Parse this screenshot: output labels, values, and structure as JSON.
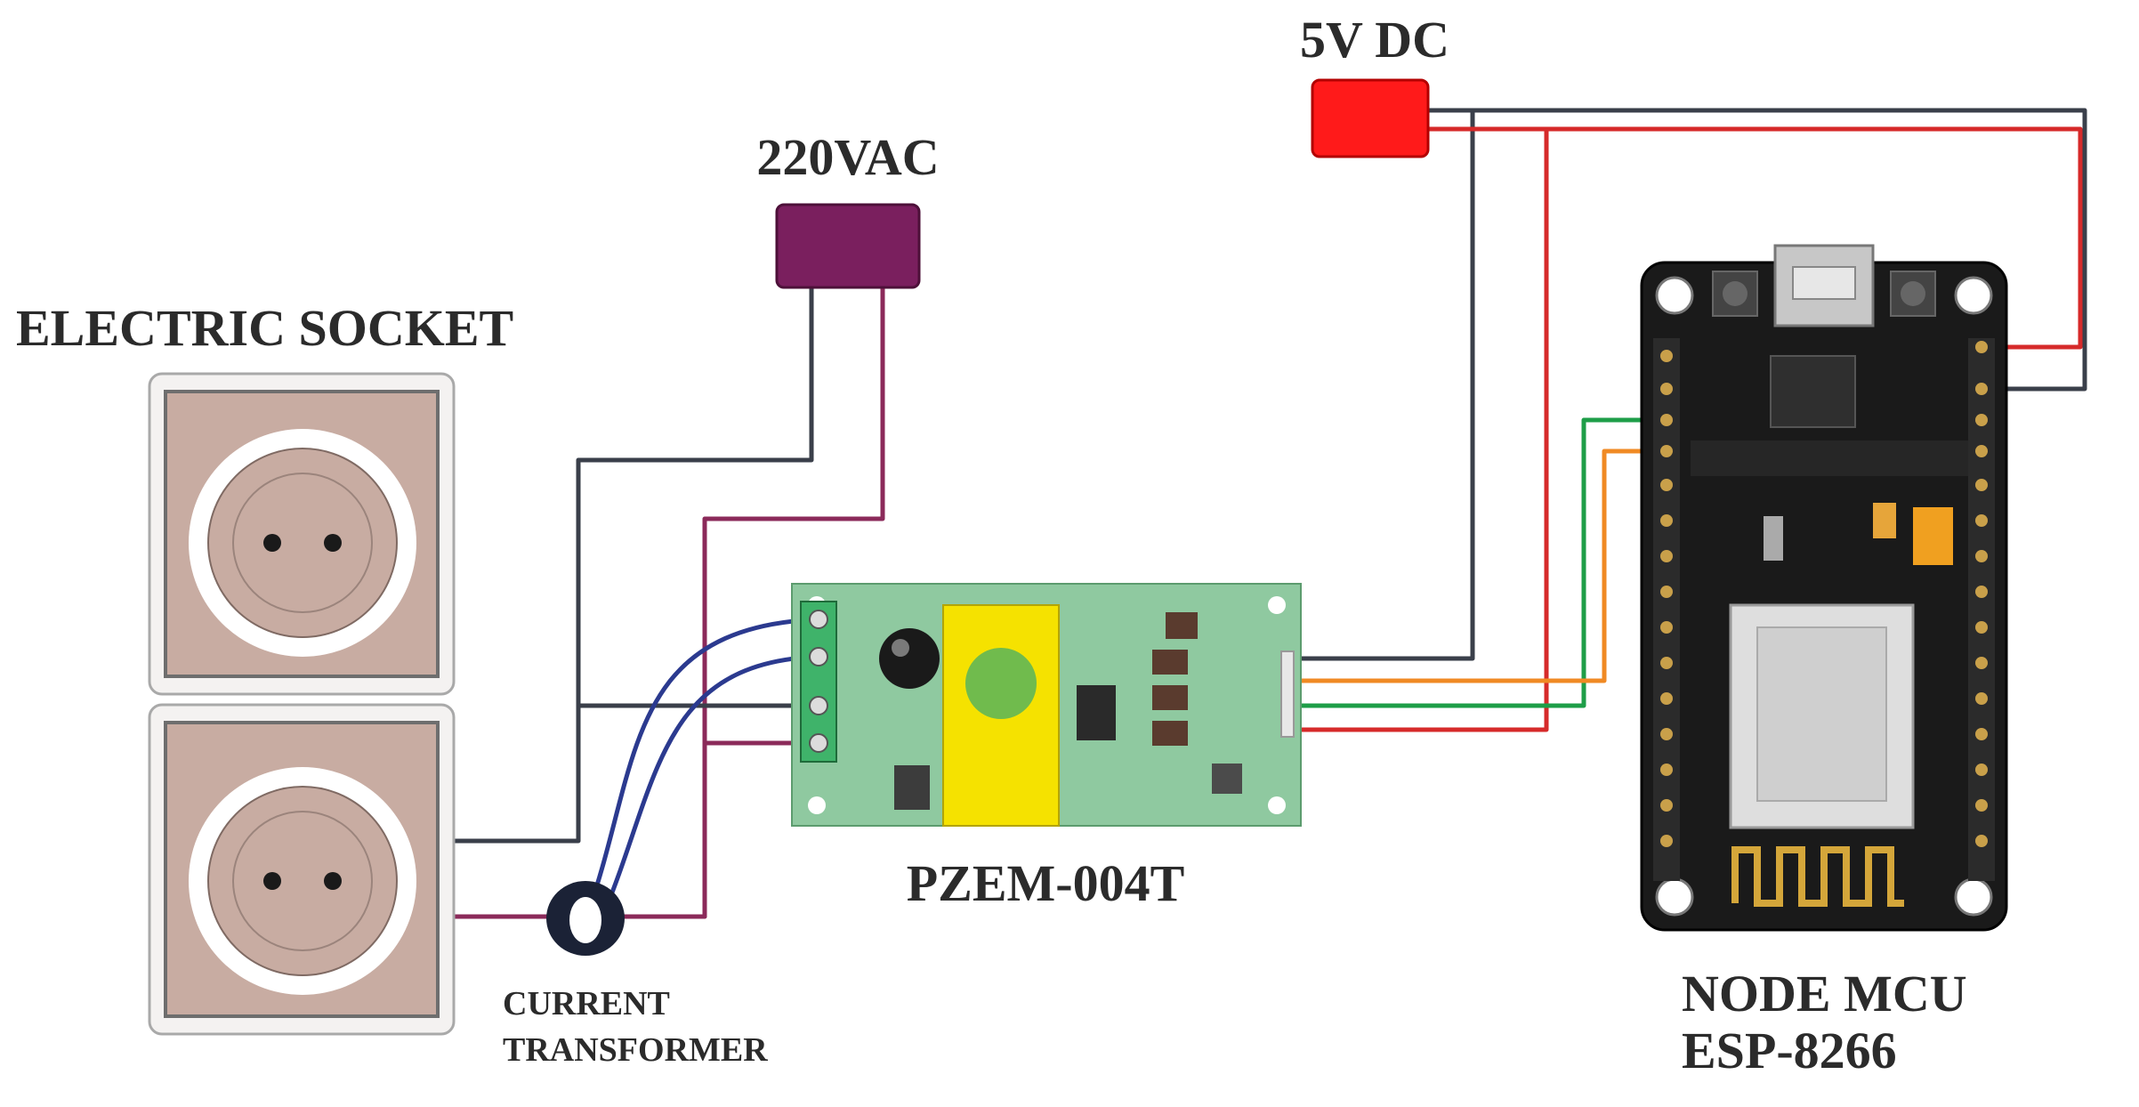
{
  "labels": {
    "power_dc": "5V DC",
    "power_ac": "220VAC",
    "socket": "ELECTRIC SOCKET",
    "meter": "PZEM-004T",
    "ct_line1": "CURRENT",
    "ct_line2": "TRANSFORMER",
    "mcu_line1": "NODE MCU",
    "mcu_line2": "ESP-8266"
  },
  "colors": {
    "wire_black": "#3a3f4a",
    "wire_maroon": "#8b2a5a",
    "wire_red": "#d62a2a",
    "wire_green": "#1e9e48",
    "wire_orange": "#f08a24",
    "wire_blue": "#2b3a8f",
    "dc_supply": "#ff1a1a",
    "ac_supply": "#7a1f5e",
    "socket_face": "#c8aca2",
    "pcb_green": "#8fc9a0",
    "pzem_module": "#f5e200",
    "mcu_board": "#1a1a1a"
  }
}
